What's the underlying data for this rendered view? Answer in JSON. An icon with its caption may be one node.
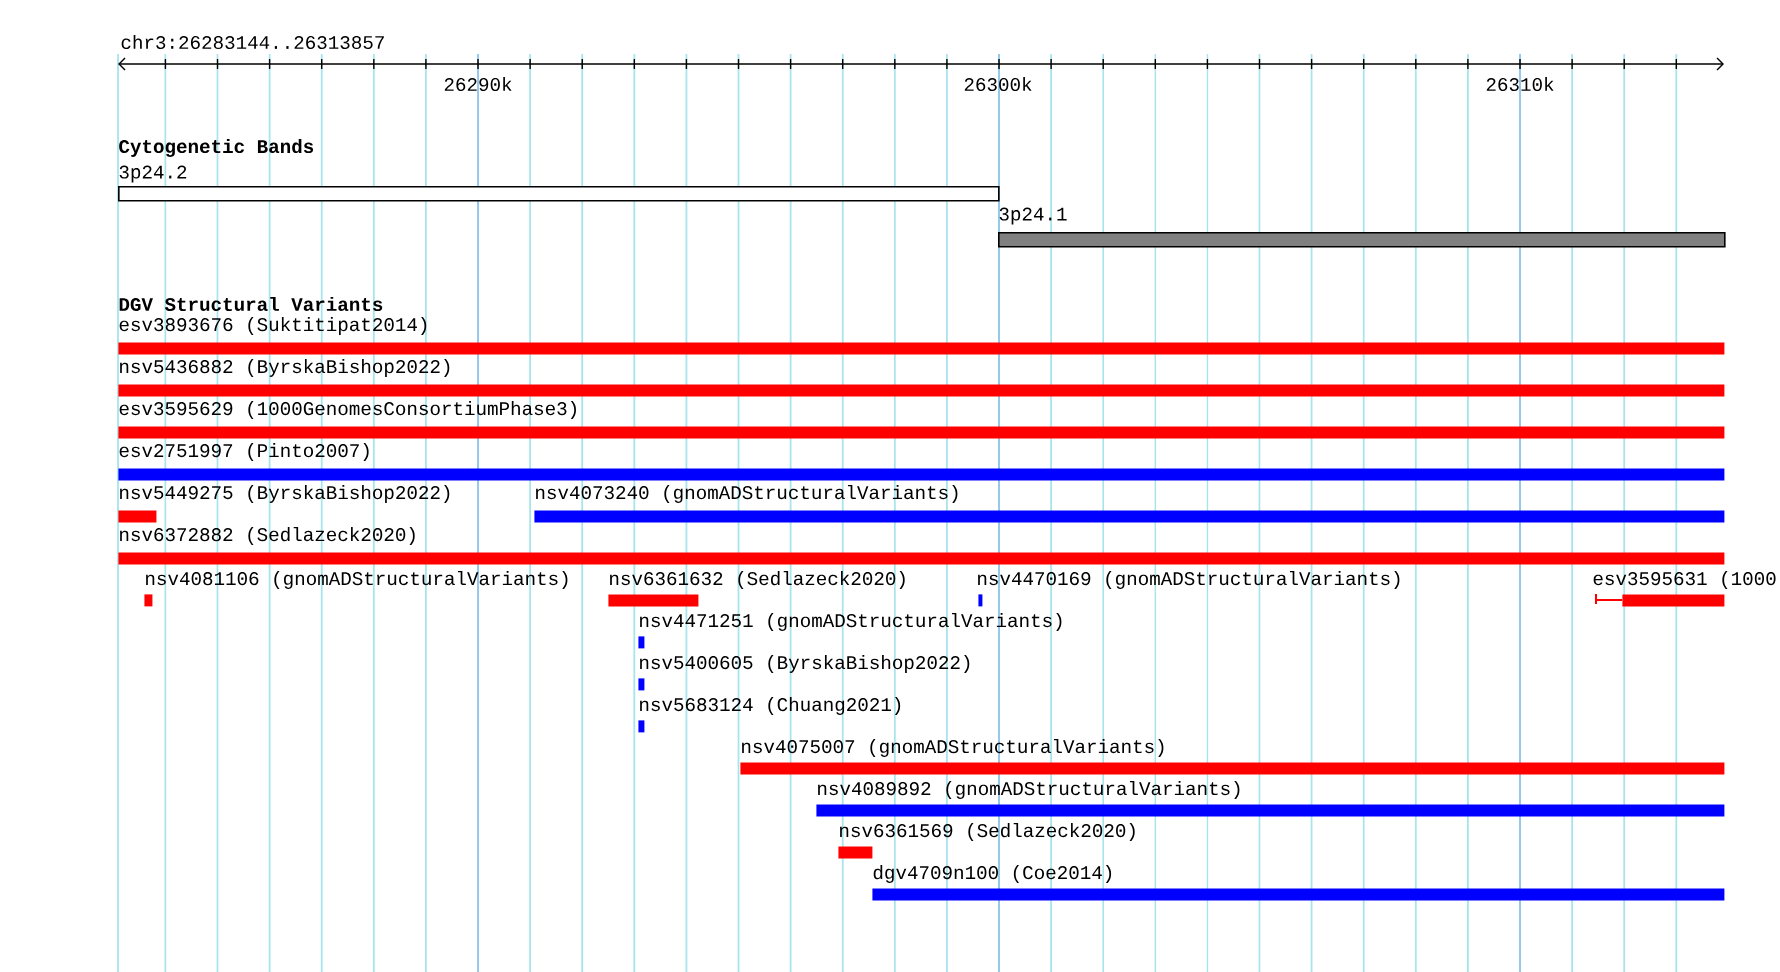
{
  "diagram": {
    "nodes": [
      {
        "text": [
          "3p24.2"
        ]
      },
      {
        "text": [
          "3p24.1"
        ]
      },
      {
        "text": [
          "esv3893676 (Suktitipat2014)"
        ]
      },
      {
        "text": [
          "nsv5436882 (ByrskaBishop2022)"
        ]
      },
      {
        "text": [
          "esv3595629 (1000GenomesConsortiumPhase3)"
        ]
      },
      {
        "text": [
          "esv2751997 (Pinto2007)"
        ]
      },
      {
        "text": [
          "nsv5449275 (ByrskaBishop2022)"
        ]
      },
      {
        "text": [
          "nsv4073240 (gnomADStructuralVariants)"
        ]
      },
      {
        "text": [
          "nsv6372882 (Sedlazeck2020)"
        ]
      },
      {
        "text": [
          "nsv4081106 (gnomADStructuralVariants)"
        ]
      },
      {
        "text": [
          "nsv6361632 (Sedlazeck2020)"
        ]
      },
      {
        "text": [
          "nsv4470169 (gnomADStructuralVariants)"
        ]
      },
      {
        "text": [
          "esv3595631 (1000"
        ]
      },
      {
        "text": [
          "nsv4471251 (gnomADStructuralVariants)"
        ]
      },
      {
        "text": [
          "nsv5400605 (ByrskaBishop2022)"
        ]
      },
      {
        "text": [
          "nsv5683124 (Chuang2021)"
        ]
      },
      {
        "text": [
          "nsv4075007 (gnomADStructuralVariants)"
        ]
      },
      {
        "text": [
          "nsv4089892 (gnomADStructuralVariants)"
        ]
      },
      {
        "text": [
          "nsv6361569 (Sedlazeck2020)"
        ]
      },
      {
        "text": [
          "dgv4709n100 (Coe2014)"
        ]
      }
    ],
    "labels": [
      "chr3:26283144..26313857",
      "26290k",
      "26300k",
      "26310k",
      "Cytogenetic Bands",
      "DGV Structural Variants"
    ]
  }
}
